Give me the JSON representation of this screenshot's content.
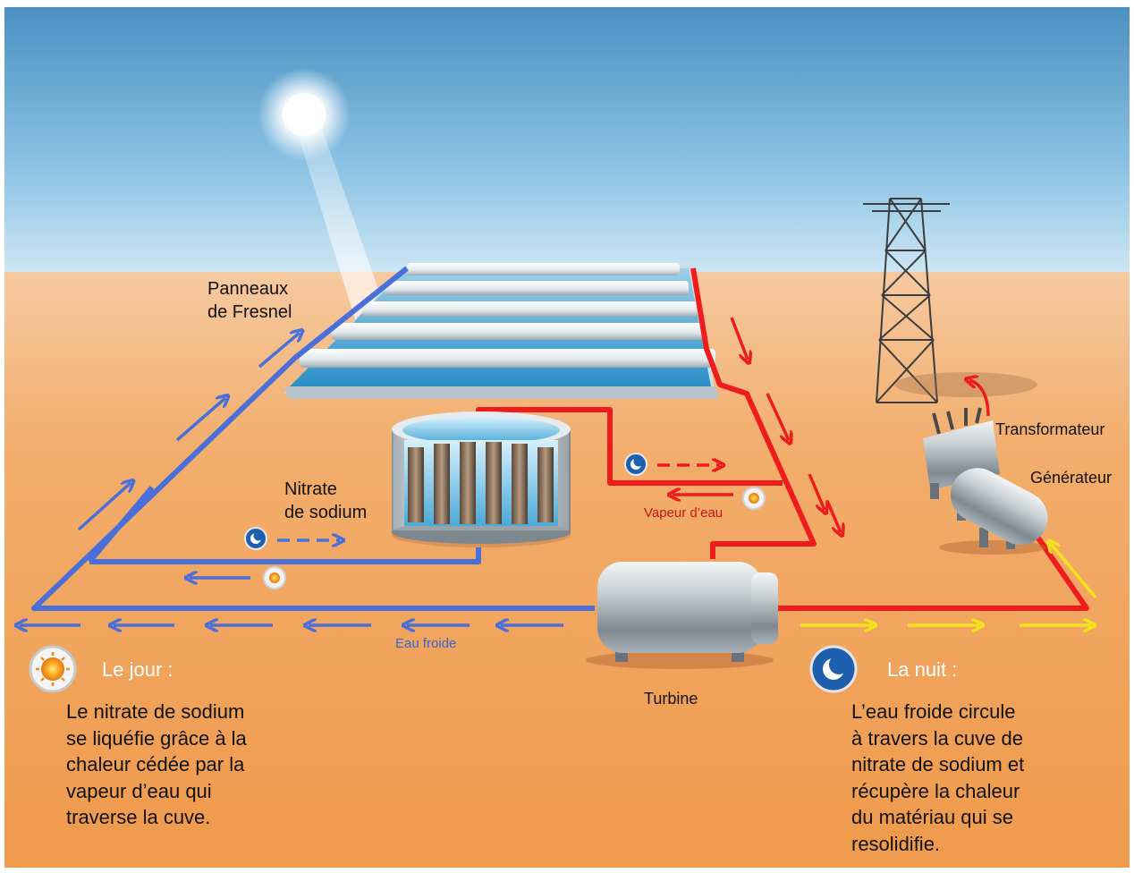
{
  "labels": {
    "panels": [
      "Panneaux",
      "de Fresnel"
    ],
    "storage": [
      "Nitrate",
      "de sodium"
    ],
    "steam": "Vapeur d’eau",
    "cold_water": "Eau froide",
    "turbine": "Turbine",
    "transformer": "Transformateur",
    "generator": "Générateur"
  },
  "day": {
    "heading": "Le jour :",
    "text": "Le nitrate de sodium\nse liquéfie grâce à la\nchaleur cédée par la\nvapeur d’eau qui\ntraverse la cuve."
  },
  "night": {
    "heading": "La nuit :",
    "text": "L’eau froide circule\nà travers la cuve de\nnitrate de sodium et\nrécupère la chaleur\ndu matériau qui se\nresolidifie."
  },
  "colors": {
    "hot_pipe": "#ee1c1c",
    "cold_pipe": "#4a6fd8",
    "power": "#f4e21a",
    "sky_top": "#4d93c4",
    "desert": "#f0a159"
  },
  "icons": {
    "sun": "sun-icon",
    "moon": "moon-icon"
  }
}
